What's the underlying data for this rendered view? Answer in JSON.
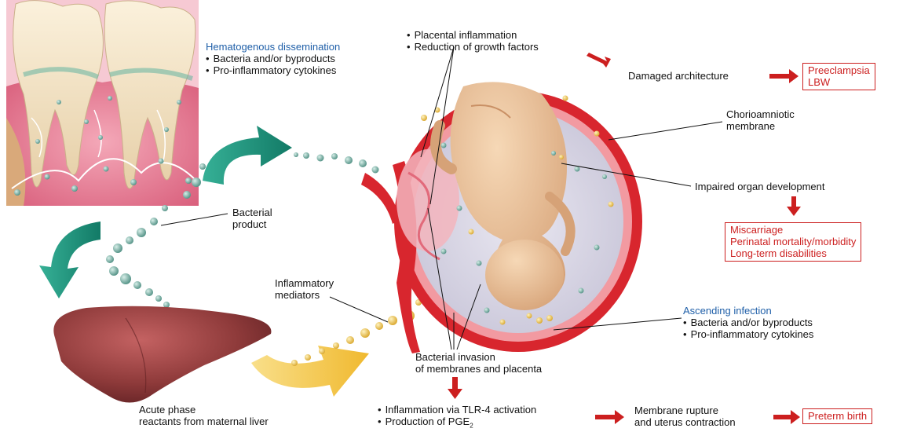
{
  "hematogenous": {
    "title": "Hematogenous dissemination",
    "bullets": [
      "Bacteria and/or byproducts",
      "Pro-inflammatory cytokines"
    ]
  },
  "placental": {
    "bullets": [
      "Placental inflammation",
      "Reduction of growth factors"
    ]
  },
  "damaged_architecture": "Damaged architecture",
  "preeclampsia_box": [
    "Preeclampsia",
    "LBW"
  ],
  "chorioamniotic": [
    "Chorioamniotic",
    "membrane"
  ],
  "impaired_organ": "Impaired organ development",
  "outcomes_box": [
    "Miscarriage",
    "Perinatal mortality/morbidity",
    "Long-term disabilities"
  ],
  "bacterial_product": [
    "Bacterial",
    "product"
  ],
  "inflammatory_mediators": [
    "Inflammatory",
    "mediators"
  ],
  "ascending": {
    "title": "Ascending infection",
    "bullets": [
      "Bacteria and/or byproducts",
      "Pro-inflammatory cytokines"
    ]
  },
  "bacterial_invasion": [
    "Bacterial invasion",
    "of membranes and placenta"
  ],
  "acute_phase": [
    "Acute phase",
    "reactants from maternal liver"
  ],
  "tlr4": {
    "bullet1": "Inflammation via TLR-4 activation",
    "bullet2_prefix": "Production of PGE",
    "bullet2_sub": "2"
  },
  "membrane_rupture": [
    "Membrane rupture",
    "and uterus contraction"
  ],
  "preterm_box": "Preterm birth",
  "colors": {
    "label_blue": "#1f5fa8",
    "outcome_red": "#cc1f1f",
    "uterus_red": "#d8262e",
    "teal_arrow": "#1f9a84",
    "yellow_arrow": "#f3c53a",
    "liver": "#8e3a3a",
    "fetus_skin": "#e6bd92"
  }
}
